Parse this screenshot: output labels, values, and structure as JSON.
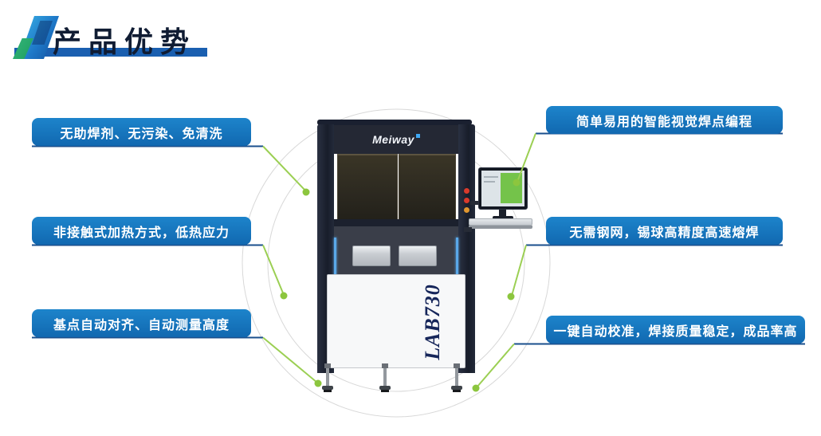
{
  "title": {
    "text": "产品优势"
  },
  "features": {
    "left": [
      {
        "label": "无助焊剂、无污染、免清洗"
      },
      {
        "label": "非接触式加热方式，低热应力"
      },
      {
        "label": "基点自动对齐、自动测量高度"
      }
    ],
    "right": [
      {
        "label": "简单易用的智能视觉焊点编程"
      },
      {
        "label": "无需钢网，锡球高精度高速熔焊"
      },
      {
        "label": "一键自动校准，焊接质量稳定，成品率高"
      }
    ]
  },
  "machine": {
    "brand": "Meiway",
    "model": "LAB730"
  },
  "colors": {
    "banner_blue": "#1474bd",
    "accent_green": "#8cc63e",
    "line_navy": "#1a4f8d",
    "title_color": "#101c33",
    "underline_blue": "#1a5fb0"
  }
}
